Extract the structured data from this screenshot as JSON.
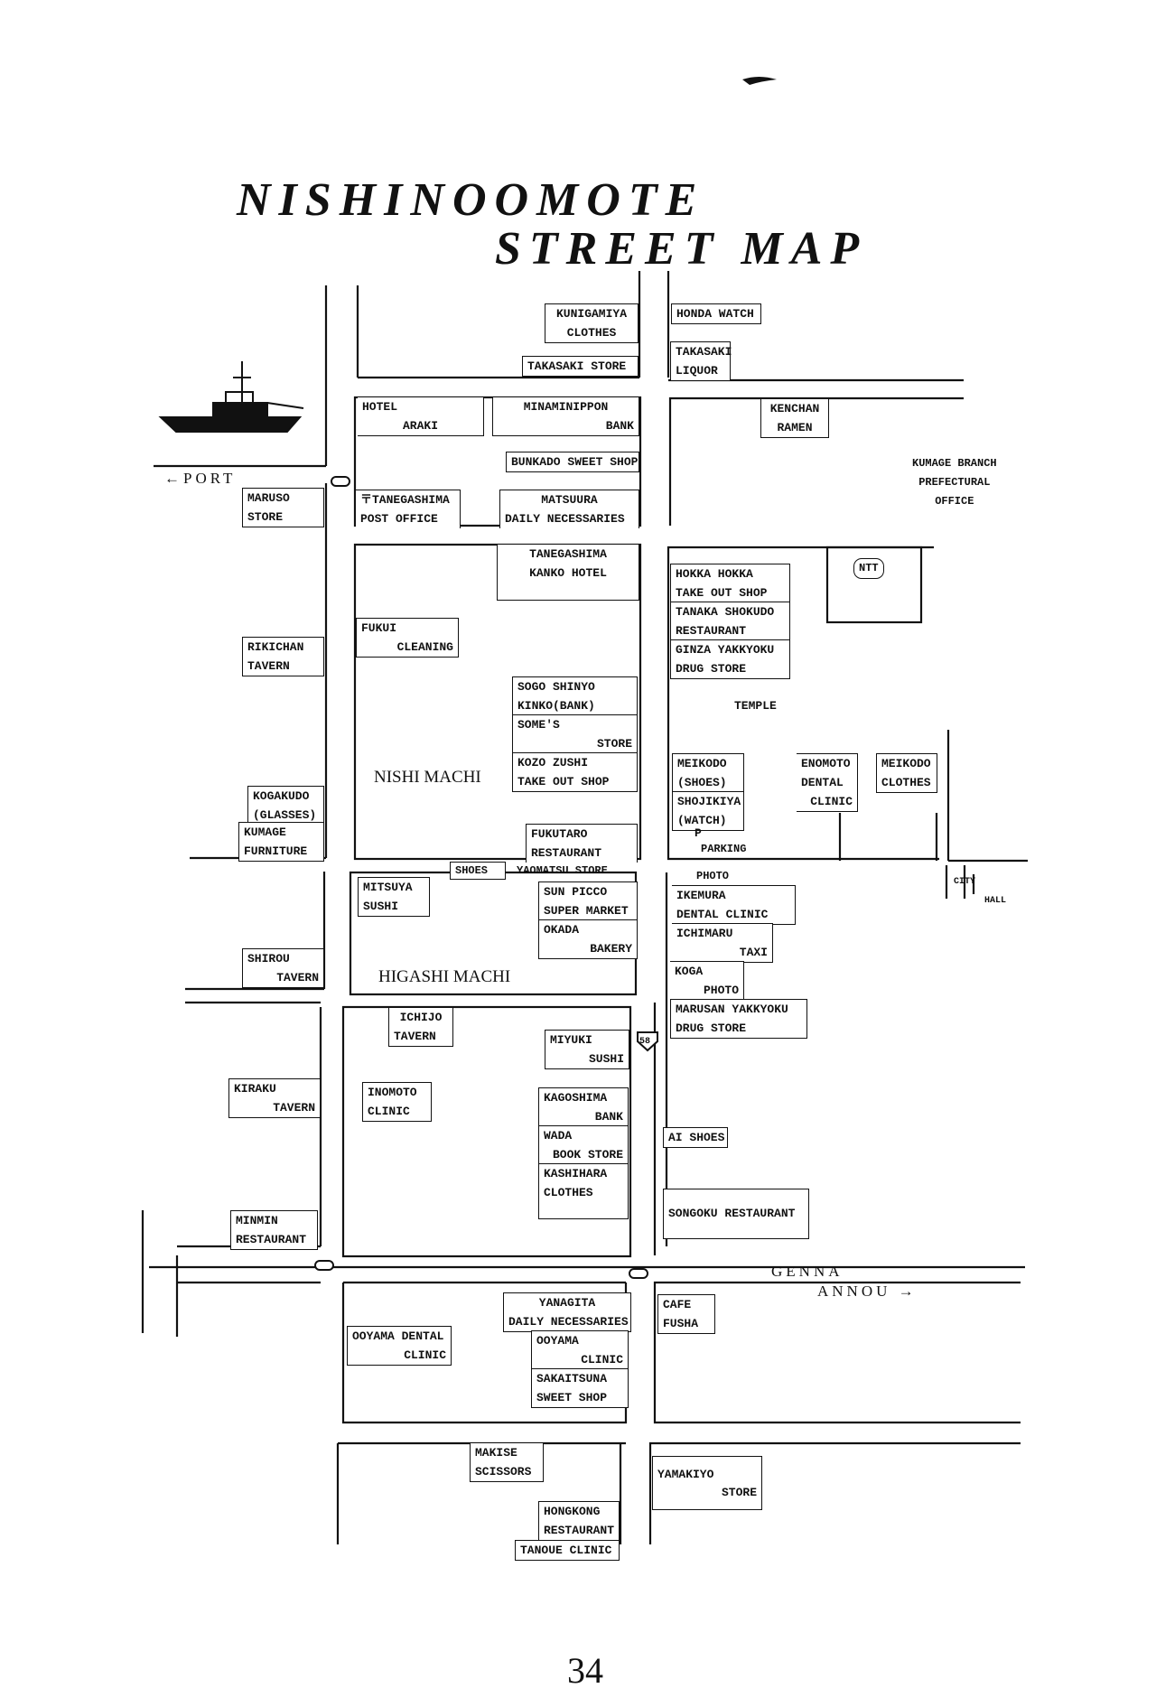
{
  "title": {
    "line1": "NISHINOOMOTE",
    "line2": "STREET MAP"
  },
  "page_number": "34",
  "roads": {
    "port": "←PORT",
    "genna": "GENNA",
    "annou": "ANNOU →",
    "route_number": "58"
  },
  "areas": {
    "nishi_machi": "NISHI MACHI",
    "higashi_machi": "HIGASHI MACHI"
  },
  "places": {
    "kunigamiya": [
      "KUNIGAMIYA",
      "CLOTHES"
    ],
    "takasaki_store": [
      "TAKASAKI STORE"
    ],
    "honda_watch": [
      "HONDA WATCH"
    ],
    "takasaki_liquor": [
      "TAKASAKI",
      "LIQUOR"
    ],
    "hotel_araki": [
      "HOTEL",
      "ARAKI"
    ],
    "minaminippon_bank": [
      "MINAMINIPPON",
      "BANK"
    ],
    "bunkado": [
      "BUNKADO SWEET SHOP"
    ],
    "kenchan": [
      "KENCHAN",
      "RAMEN"
    ],
    "kumage_office": [
      "KUMAGE BRANCH",
      "PREFECTURAL",
      "OFFICE"
    ],
    "maruso": [
      "MARUSO",
      "STORE"
    ],
    "post_office": [
      "〒TANEGASHIMA",
      "POST OFFICE"
    ],
    "matsuura": [
      "MATSUURA",
      "DAILY NECESSARIES"
    ],
    "kanko_hotel": [
      "TANEGASHIMA",
      "KANKO HOTEL"
    ],
    "hokka": [
      "HOKKA HOKKA",
      "TAKE OUT SHOP"
    ],
    "tanaka": [
      "TANAKA SHOKUDO",
      "RESTAURANT"
    ],
    "ginza": [
      "GINZA YAKKYOKU",
      "DRUG STORE"
    ],
    "ntt": "NTT",
    "fukui": [
      "FUKUI",
      "CLEANING"
    ],
    "rikichan": [
      "RIKICHAN",
      "TAVERN"
    ],
    "sogo": [
      "SOGO SHINYO",
      "KINKO(BANK)"
    ],
    "somes": [
      "SOME'S",
      "STORE"
    ],
    "kozo": [
      "KOZO ZUSHI",
      "TAKE OUT SHOP"
    ],
    "temple": "TEMPLE",
    "meikodo_shoes": [
      "MEIKODO",
      "(SHOES)"
    ],
    "shojikiya": [
      "SHOJIKIYA",
      "(WATCH)"
    ],
    "enomoto": [
      "ENOMOTO",
      "DENTAL",
      "CLINIC"
    ],
    "meikodo_clothes": [
      "MEIKODO",
      "CLOTHES"
    ],
    "kogakudo": [
      "KOGAKUDO",
      "(GLASSES)"
    ],
    "kumage_furniture": [
      "KUMAGE",
      "FURNITURE"
    ],
    "fukutaro": [
      "FUKUTARO",
      "RESTAURANT"
    ],
    "parking_symbol": "P",
    "parking": "PARKING",
    "shoes": "SHOES",
    "yaomatsu": "YAOMATSU STORE",
    "mitsuya": [
      "MITSUYA",
      "SUSHI"
    ],
    "sun_picco": [
      "SUN PICCO",
      "SUPER MARKET"
    ],
    "okada": [
      "OKADA",
      "BAKERY"
    ],
    "photo": "PHOTO",
    "ikemura": [
      "IKEMURA",
      "DENTAL CLINIC"
    ],
    "ichimaru": [
      "ICHIMARU",
      "TAXI"
    ],
    "koga": [
      "KOGA",
      "PHOTO"
    ],
    "marusan": [
      "MARUSAN YAKKYOKU",
      "DRUG STORE"
    ],
    "city_hall": [
      "CITY",
      "HALL"
    ],
    "shirou": [
      "SHIROU",
      "TAVERN"
    ],
    "ichijo": [
      "ICHIJO",
      "TAVERN"
    ],
    "miyuki": [
      "MIYUKI",
      "SUSHI"
    ],
    "kiraku": [
      "KIRAKU",
      "TAVERN"
    ],
    "inomoto": [
      "INOMOTO",
      "CLINIC"
    ],
    "kagoshima_bank": [
      "KAGOSHIMA",
      "BANK"
    ],
    "wada": [
      "WADA",
      "BOOK STORE"
    ],
    "kashihara": [
      "KASHIHARA",
      "CLOTHES"
    ],
    "ai_shoes": [
      "AI SHOES"
    ],
    "songoku": [
      "SONGOKU RESTAURANT"
    ],
    "minmin": [
      "MINMIN",
      "RESTAURANT"
    ],
    "yanagita": [
      "YANAGITA",
      "DAILY NECESSARIES"
    ],
    "oyama_dental": [
      "OOYAMA DENTAL",
      "CLINIC"
    ],
    "oyama_clinic": [
      "OOYAMA",
      "CLINIC"
    ],
    "sakaitsuna": [
      "SAKAITSUNA",
      "SWEET SHOP"
    ],
    "cafe_fusha": [
      "CAFE",
      "FUSHA"
    ],
    "makise": [
      "MAKISE",
      "SCISSORS"
    ],
    "yamakiyo": [
      "YAMAKIYO",
      "STORE"
    ],
    "hongkong": [
      "HONGKONG",
      "RESTAURANT"
    ],
    "tanoue": [
      "TANOUE CLINIC"
    ]
  }
}
